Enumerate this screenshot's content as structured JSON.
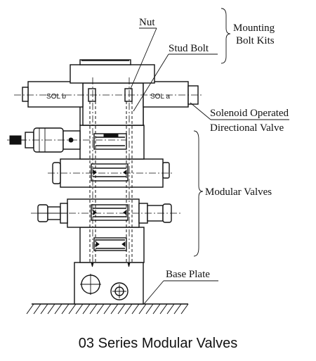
{
  "labels": {
    "nut": "Nut",
    "stud_bolt": "Stud Bolt",
    "mounting_line1": "Mounting",
    "mounting_line2": "Bolt Kits",
    "solenoid_line1": "Solenoid Operated",
    "solenoid_line2": "Directional Valve",
    "modular_valves": "Modular Valves",
    "base_plate": "Base Plate",
    "sol_b": "SOL b",
    "sol_a": "SOL a"
  },
  "caption": "03 Series Modular Valves"
}
